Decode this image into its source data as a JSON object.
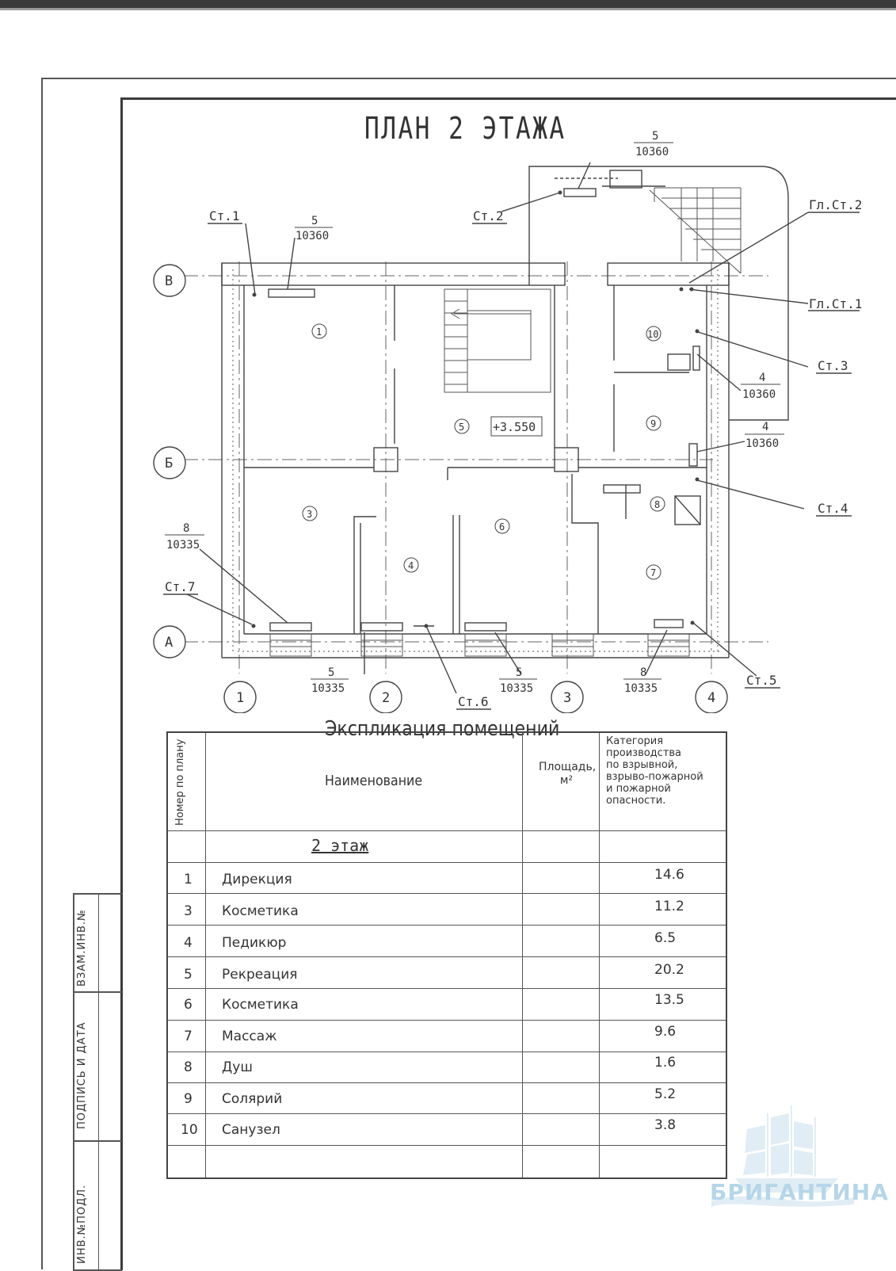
{
  "title": "ПЛАН 2 ЭТАЖА",
  "subtitle": "Экспликация помещений",
  "elevation": "+3.550",
  "axes": {
    "rows": [
      "В",
      "Б",
      "А"
    ],
    "cols": [
      "1",
      "2",
      "3",
      "4"
    ]
  },
  "room_numbers": [
    "1",
    "5",
    "10",
    "9",
    "3",
    "6",
    "8",
    "4",
    "7"
  ],
  "risers": {
    "st1": "Ст.1",
    "st2": "Ст.2",
    "st3": "Ст.3",
    "st4": "Ст.4",
    "st5": "Ст.5",
    "st6": "Ст.6",
    "st7": "Ст.7",
    "glst1": "Гл.Ст.1",
    "glst2": "Гл.Ст.2"
  },
  "radiators": {
    "r1_top": "5",
    "r1_bot": "10360",
    "r2_top": "5",
    "r2_bot": "10360",
    "r3_top": "4",
    "r3_bot": "10360",
    "r4_top": "4",
    "r4_bot": "10360",
    "r7_top": "8",
    "r7_bot": "10335",
    "r_a2_top": "5",
    "r_a2_bot": "10335",
    "r_a3_top": "5",
    "r_a3_bot": "10335",
    "r_a4_top": "8",
    "r_a4_bot": "10335"
  },
  "table": {
    "hdr_number": "Номер по плану",
    "hdr_name": "Наименование",
    "hdr_area": "Площадь, м²",
    "hdr_category": "Категория\nпроизводства\nпо взрывной,\nвзрыво-пожарной\nи пожарной\nопасности.",
    "floor": "2 этаж",
    "rows": [
      {
        "num": "1",
        "name": "Дирекция",
        "area": "14.6"
      },
      {
        "num": "3",
        "name": "Косметика",
        "area": "11.2"
      },
      {
        "num": "4",
        "name": "Педикюр",
        "area": "6.5"
      },
      {
        "num": "5",
        "name": "Рекреация",
        "area": "20.2"
      },
      {
        "num": "6",
        "name": "Косметика",
        "area": "13.5"
      },
      {
        "num": "7",
        "name": "Массаж",
        "area": "9.6"
      },
      {
        "num": "8",
        "name": "Душ",
        "area": "1.6"
      },
      {
        "num": "9",
        "name": "Солярий",
        "area": "5.2"
      },
      {
        "num": "10",
        "name": "Санузел",
        "area": "3.8"
      }
    ]
  },
  "stamp": {
    "s1": "ИНВ.№ПОДЛ.",
    "s2": "ПОДПИСЬ И ДАТА",
    "s3": "ВЗАМ.ИНВ.№"
  },
  "watermark": "БРИГАНТИНА"
}
